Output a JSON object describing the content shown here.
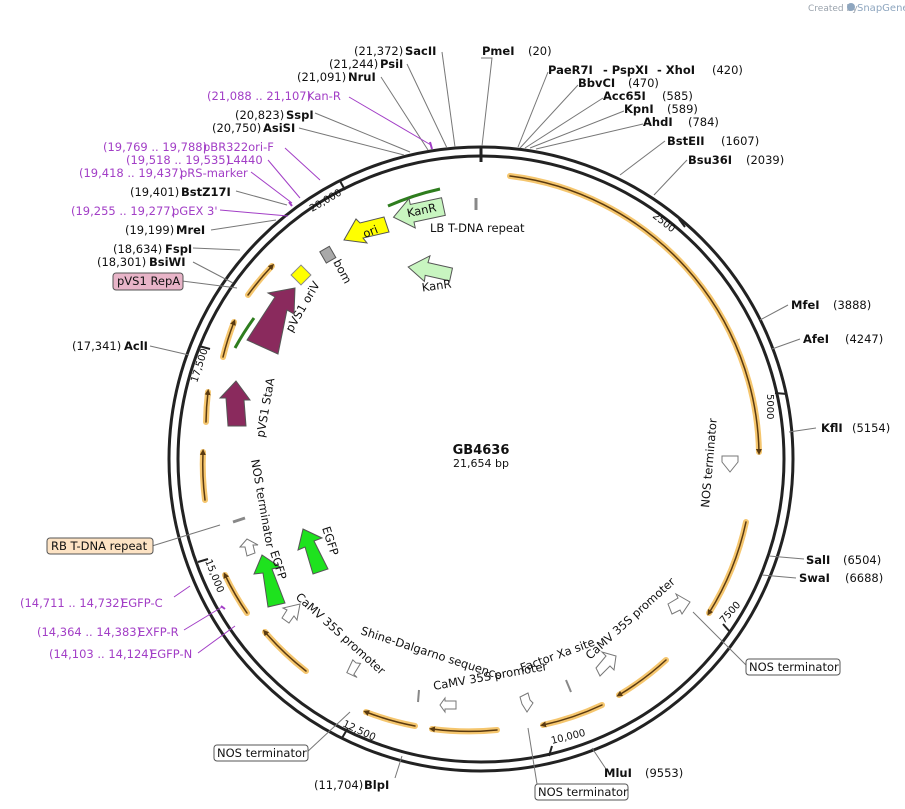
{
  "credit": {
    "created_by": "Created by",
    "brand": "SnapGene"
  },
  "plasmid": {
    "name": "GB4636",
    "length": "21,654 bp"
  },
  "ticks": [
    {
      "label": "2500"
    },
    {
      "label": "5000"
    },
    {
      "label": "7500"
    },
    {
      "label": "10,000"
    },
    {
      "label": "12,500"
    },
    {
      "label": "15,000"
    },
    {
      "label": "17,500"
    },
    {
      "label": "20,000"
    }
  ],
  "enzymes_right": [
    {
      "name": "PmeI",
      "pos": "(20)"
    },
    {
      "name": "PaeR7I",
      "extra1": "- PspXI",
      "extra2": "- XhoI",
      "pos": "(420)"
    },
    {
      "name": "BbvCI",
      "pos": "(470)"
    },
    {
      "name": "Acc65I",
      "pos": "(585)"
    },
    {
      "name": "KpnI",
      "pos": "(589)"
    },
    {
      "name": "AhdI",
      "pos": "(784)"
    },
    {
      "name": "BstEII",
      "pos": "(1607)"
    },
    {
      "name": "Bsu36I",
      "pos": "(2039)"
    },
    {
      "name": "MfeI",
      "pos": "(3888)"
    },
    {
      "name": "AfeI",
      "pos": "(4247)"
    },
    {
      "name": "KflI",
      "pos": "(5154)"
    },
    {
      "name": "SalI",
      "pos": "(6504)"
    },
    {
      "name": "SwaI",
      "pos": "(6688)"
    },
    {
      "name": "MluI",
      "pos": "(9553)"
    }
  ],
  "enzymes_left": [
    {
      "name": "SacII",
      "pos": "(21,372)"
    },
    {
      "name": "PsiI",
      "pos": "(21,244)"
    },
    {
      "name": "NruI",
      "pos": "(21,091)"
    },
    {
      "name": "SspI",
      "pos": "(20,823)"
    },
    {
      "name": "AsiSI",
      "pos": "(20,750)"
    },
    {
      "name": "BstZ17I",
      "pos": "(19,401)"
    },
    {
      "name": "MreI",
      "pos": "(19,199)"
    },
    {
      "name": "FspI",
      "pos": "(18,634)"
    },
    {
      "name": "BsiWI",
      "pos": "(18,301)"
    },
    {
      "name": "AclI",
      "pos": "(17,341)"
    },
    {
      "name": "BlpI",
      "pos": "(11,704)"
    }
  ],
  "primers": [
    {
      "range": "(21,088 .. 21,107)",
      "name": "Kan-R"
    },
    {
      "range": "(19,769 .. 19,788)",
      "name": "pBR322ori-F"
    },
    {
      "range": "(19,518 .. 19,535)",
      "name": "L4440"
    },
    {
      "range": "(19,418 .. 19,437)",
      "name": "pRS-marker"
    },
    {
      "range": "(19,255 .. 19,277)",
      "name": "pGEX 3'"
    },
    {
      "range": "(14,711 .. 14,732)",
      "name": "EGFP-C"
    },
    {
      "range": "(14,364 .. 14,383)",
      "name": "EXFP-R"
    },
    {
      "range": "(14,103 .. 14,124)",
      "name": "EGFP-N"
    }
  ],
  "boxed_labels": {
    "pvs1_repa": "pVS1 RepA",
    "rb_tdna": "RB T-DNA repeat",
    "nos_right": "NOS terminator",
    "nos_bottom_right": "NOS terminator",
    "nos_bottom_left": "NOS terminator"
  },
  "features": {
    "kanr_top": "KanR",
    "ori": "ori",
    "lb_tdna": "LB T-DNA repeat",
    "kanr_mid": "KanR",
    "bom": "bom",
    "pvs1_oriv": "pVS1 oriV",
    "pvs1_staa": "pVS1 StaA",
    "nos_term_left": "NOS terminator",
    "egfp_left": "EGFP",
    "egfp_right": "EGFP",
    "camv_left": "CaMV 35S promoter",
    "shine": "Shine-Dalgarno sequence",
    "camv_mid": "CaMV 35S promoter",
    "factor_xa": "Factor Xa site",
    "camv_right": "CaMV 35S promoter",
    "nos_term_right": "NOS terminator"
  },
  "colors": {
    "orf": "#f2b33d",
    "kanr": "#c8f5c0",
    "ori": "#ffff00",
    "pvs1": "#8a2a5d",
    "egfp": "#1ee21e",
    "primer": "#a23ec6",
    "repa_box": "#e8b4c8",
    "rb_box": "#fde3c4"
  }
}
